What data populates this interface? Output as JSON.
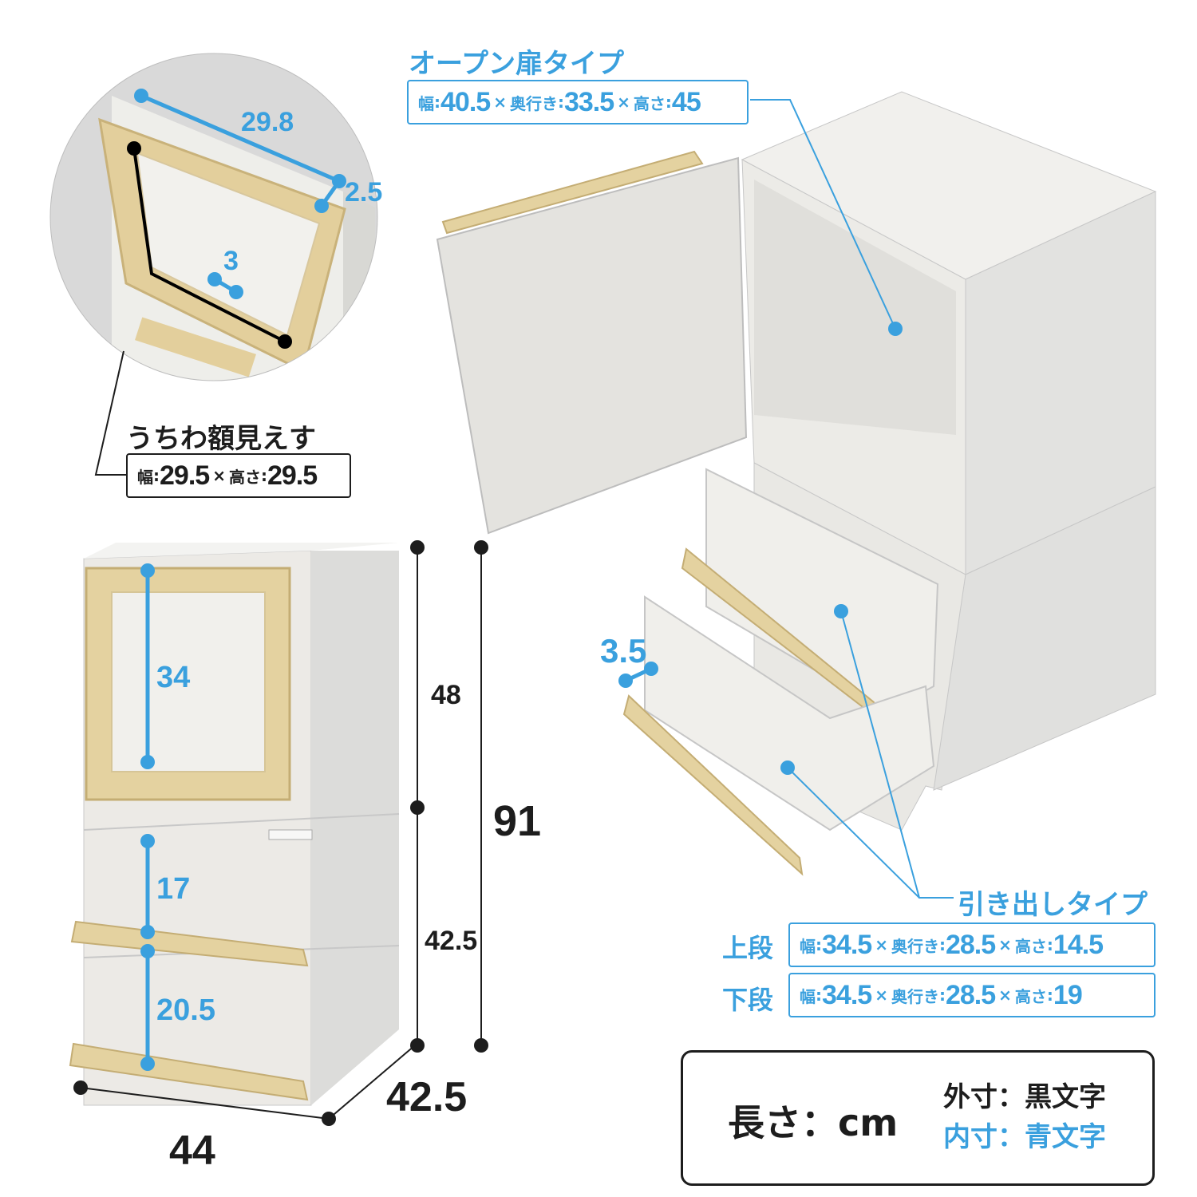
{
  "colors": {
    "blue": "#3aa0de",
    "black": "#1d1d1d",
    "wood": "#ecebe6",
    "frame": "#e6d3a4"
  },
  "open_door": {
    "title": "オープン扉タイプ",
    "w_label": "幅",
    "w": "40.5",
    "d_label": "奥行き",
    "d": "33.5",
    "h_label": "高さ",
    "h": "45",
    "times": "×",
    "colon": ":"
  },
  "uchiwa": {
    "title": "うちわ額見えす",
    "w_label": "幅",
    "w": "29.5",
    "h_label": "高さ",
    "h": "29.5"
  },
  "drawer": {
    "title": "引き出しタイプ",
    "upper": {
      "row_label": "上段",
      "w": "34.5",
      "d": "28.5",
      "h": "14.5"
    },
    "lower": {
      "row_label": "下段",
      "w": "34.5",
      "d": "28.5",
      "h": "19"
    },
    "w_label": "幅",
    "d_label": "奥行き",
    "h_label": "高さ"
  },
  "dims_inner": {
    "circle_top": "29.8",
    "circle_side": "2.5",
    "circle_depth": "3",
    "frame_h": "34",
    "drawer_top_h": "17",
    "drawer_bottom_h": "20.5",
    "rail": "3.5"
  },
  "dims_outer": {
    "upper_h": "48",
    "lower_h": "42.5",
    "total_h": "91",
    "width": "44",
    "depth": "42.5"
  },
  "legend": {
    "unit_label": "長さ：cm",
    "outer": "外寸：黒文字",
    "inner": "内寸：青文字"
  }
}
